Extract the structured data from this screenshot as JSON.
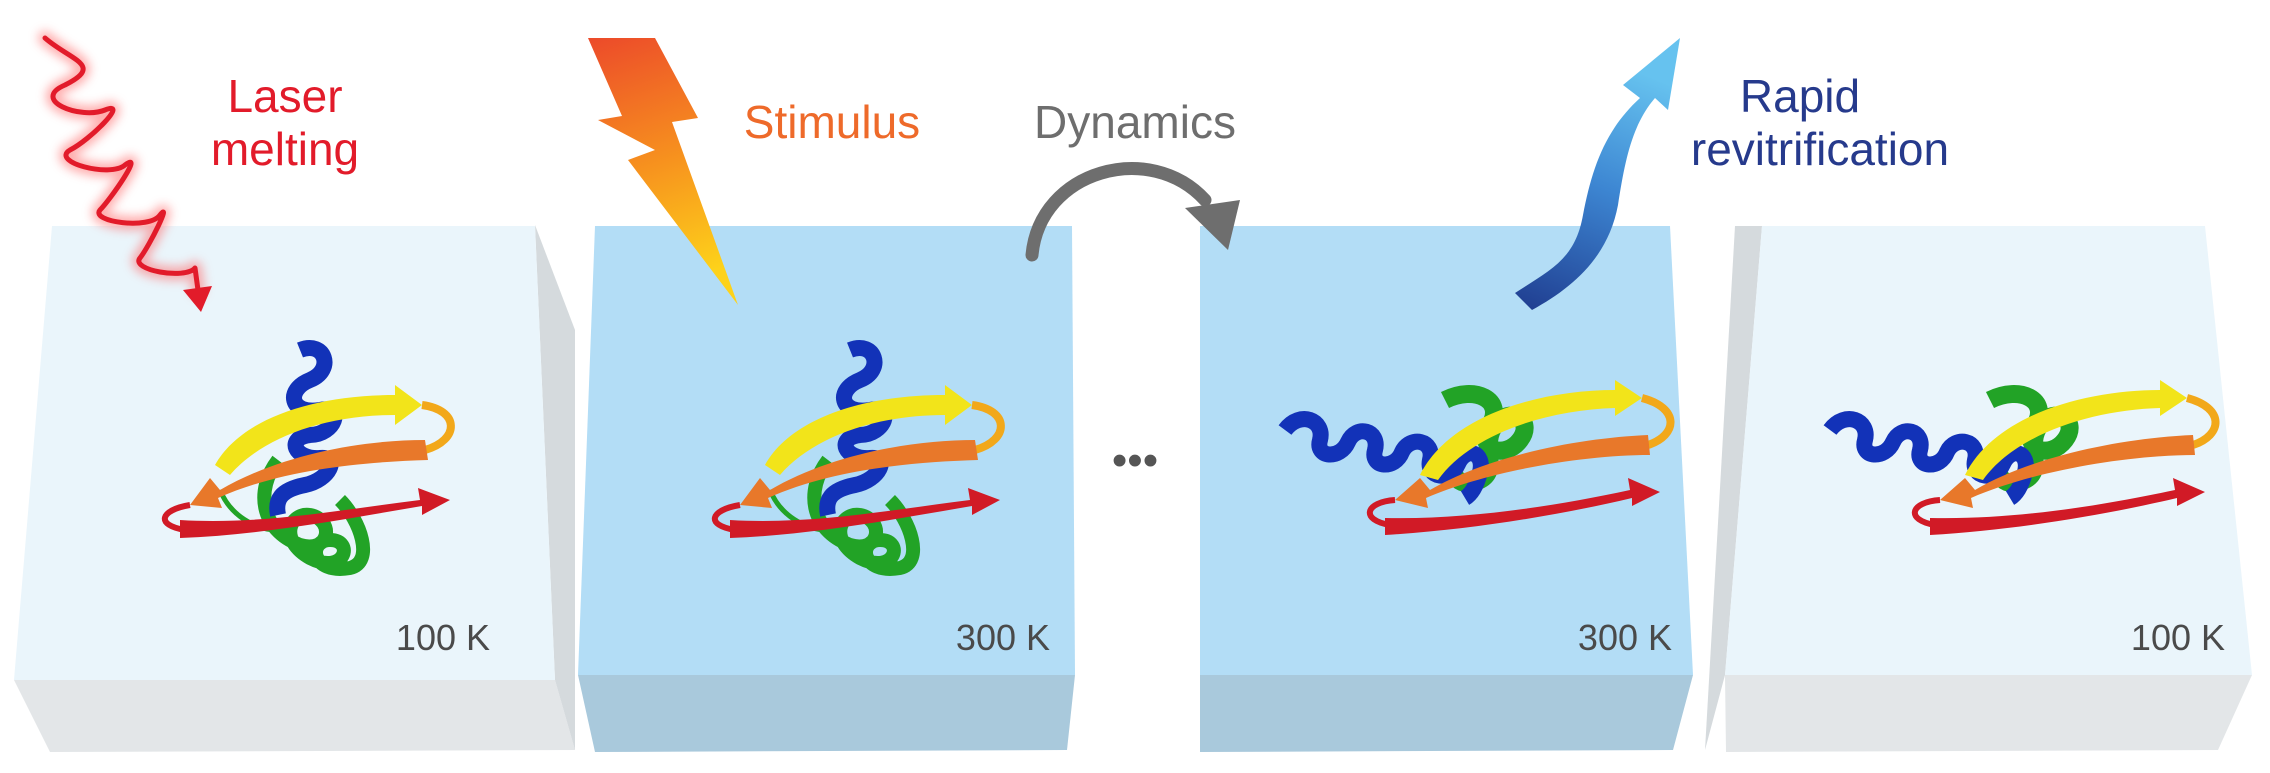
{
  "labels": {
    "laser_line1": "Laser",
    "laser_line2": "melting",
    "stimulus": "Stimulus",
    "dynamics": "Dynamics",
    "rapid_line1": "Rapid",
    "rapid_line2": "revitrification",
    "ellipsis": "•••"
  },
  "boxes": [
    {
      "temperature": "100 K",
      "state": "vitrified"
    },
    {
      "temperature": "300 K",
      "state": "liquid"
    },
    {
      "temperature": "300 K",
      "state": "liquid"
    },
    {
      "temperature": "100 K",
      "state": "vitrified"
    }
  ],
  "colors": {
    "laser": "#e21b2a",
    "stimulus": "#ee6a2a",
    "dynamics": "#6e6e6e",
    "rapid": "#263a8c",
    "ice_front": "#eaf5fb",
    "ice_side": "#d5dadd",
    "ice_bottom": "#e3e6e8",
    "liquid_front": "#b3ddf6",
    "liquid_bottom": "#a9c9dc",
    "temperature_text": "#4a4a4a",
    "helix_blue": "#1232b8",
    "helix_green": "#22a326",
    "strand_yellow": "#f2e41a",
    "strand_orange": "#e8782a",
    "strand_red": "#d11a26"
  }
}
